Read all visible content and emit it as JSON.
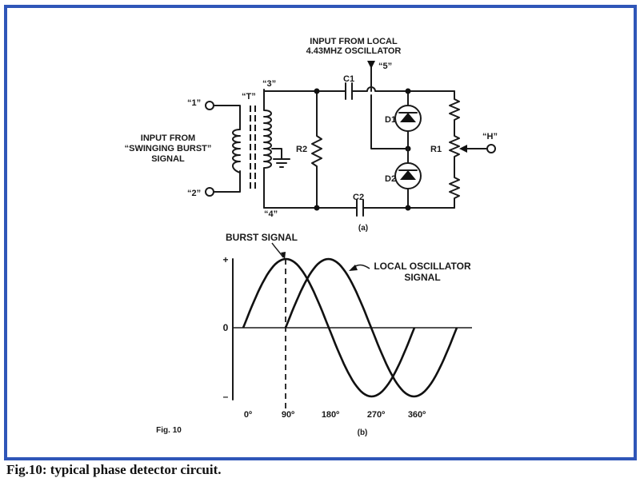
{
  "colors": {
    "frame": "#2f56b8",
    "ink": "#1a1a1a",
    "background": "#ffffff"
  },
  "circuit": {
    "input_osc": [
      "INPUT FROM LOCAL",
      "4.43MHZ OSCILLATOR"
    ],
    "input_burst": [
      "INPUT FROM",
      "“SWINGING BURST”",
      "SIGNAL"
    ],
    "t1": "“1”",
    "t2": "“2”",
    "t3": "“3”",
    "t4": "“4”",
    "t5": "“5”",
    "tT": "“T”",
    "tH": "“H”",
    "c1": "C1",
    "c2": "C2",
    "r1": "R1",
    "r2": "R2",
    "d1": "D1",
    "d2": "D2",
    "sub": "(a)"
  },
  "waveforms": {
    "burst_label": "BURST SIGNAL",
    "osc_label": [
      "LOCAL OSCILLATOR",
      "SIGNAL"
    ],
    "plus": "+",
    "zero": "0",
    "minus": "–",
    "ticks": [
      "0º",
      "90º",
      "180º",
      "270º",
      "360º"
    ],
    "sub": "(b)",
    "fig": "Fig. 10"
  },
  "caption": "Fig.10: typical phase detector circuit."
}
